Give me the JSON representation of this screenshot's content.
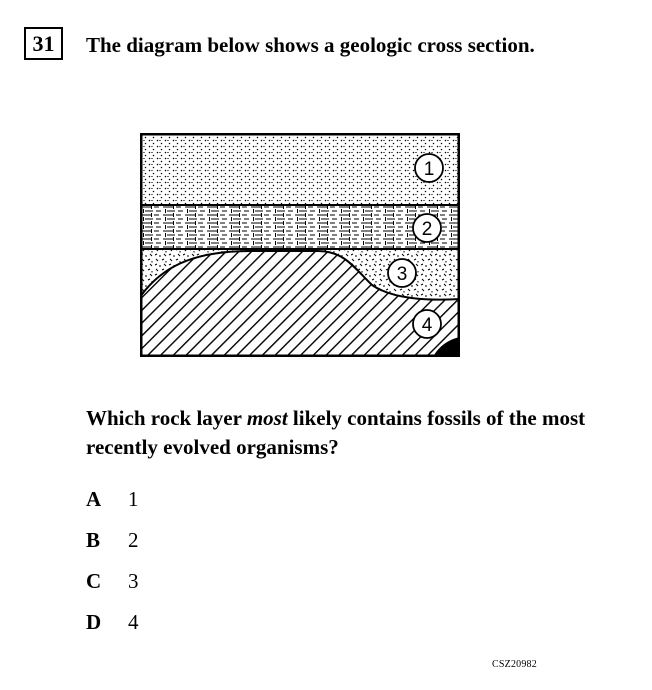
{
  "question": {
    "number": "31",
    "stem": "The diagram below shows a geologic cross section.",
    "text_before": "Which rock layer ",
    "text_emphasis": "most",
    "text_after": " likely contains fossils of the most recently evolved organisms?"
  },
  "diagram": {
    "layer_labels": [
      "1",
      "2",
      "3",
      "4"
    ],
    "patterns": [
      "stipple",
      "brick-dashed",
      "flecks",
      "diagonal-hatch"
    ]
  },
  "choices": [
    {
      "letter": "A",
      "value": "1"
    },
    {
      "letter": "B",
      "value": "2"
    },
    {
      "letter": "C",
      "value": "3"
    },
    {
      "letter": "D",
      "value": "4"
    }
  ],
  "footer": {
    "item_code": "CSZ20982"
  },
  "colors": {
    "ink": "#000000",
    "paper": "#ffffff"
  }
}
